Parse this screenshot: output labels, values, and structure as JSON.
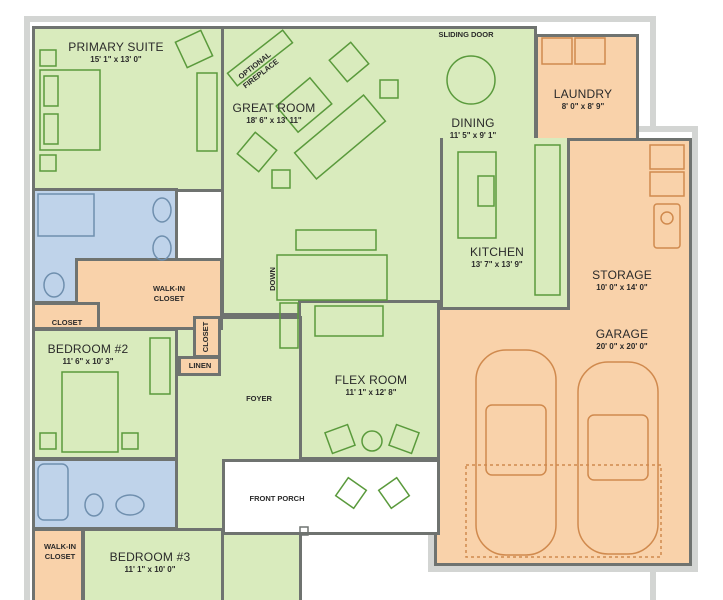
{
  "rooms": {
    "primary_suite": {
      "name": "PRIMARY SUITE",
      "dim": "15' 1\" x 13' 0\""
    },
    "great_room": {
      "name": "GREAT ROOM",
      "dim": "18' 6\" x 13' 11\""
    },
    "fireplace": {
      "line1": "OPTIONAL",
      "line2": "FIREPLACE"
    },
    "sliding_door": "SLIDING DOOR",
    "dining": {
      "name": "DINING",
      "dim": "11' 5\" x 9' 1\""
    },
    "laundry": {
      "name": "LAUNDRY",
      "dim": "8' 0\" x 8' 9\""
    },
    "kitchen": {
      "name": "KITCHEN",
      "dim": "13' 7\" x 13' 9\""
    },
    "storage": {
      "name": "STORAGE",
      "dim": "10' 0\" x 14' 0\""
    },
    "garage": {
      "name": "GARAGE",
      "dim": "20' 0\" x 20' 0\""
    },
    "walk_in_closet_1": {
      "line1": "WALK-IN",
      "line2": "CLOSET"
    },
    "closet_1": "CLOSET",
    "closet_2": "CLOSET",
    "linen": "LINEN",
    "stairs": "DOWN",
    "bedroom_2": {
      "name": "BEDROOM #2",
      "dim": "11' 6\" x 10' 3\""
    },
    "foyer": "FOYER",
    "flex_room": {
      "name": "FLEX ROOM",
      "dim": "11' 1\" x 12' 8\""
    },
    "front_porch": "FRONT PORCH",
    "walk_in_closet_2": {
      "line1": "WALK-IN",
      "line2": "CLOSET"
    },
    "bedroom_3": {
      "name": "BEDROOM #3",
      "dim": "11' 1\" x 10' 0\""
    }
  },
  "colors": {
    "living": "#d9ebbd",
    "utility": "#f9d2aa",
    "bath": "#bfd3ea",
    "wall": "#6f7370",
    "furniture": "#5a9a3c"
  }
}
